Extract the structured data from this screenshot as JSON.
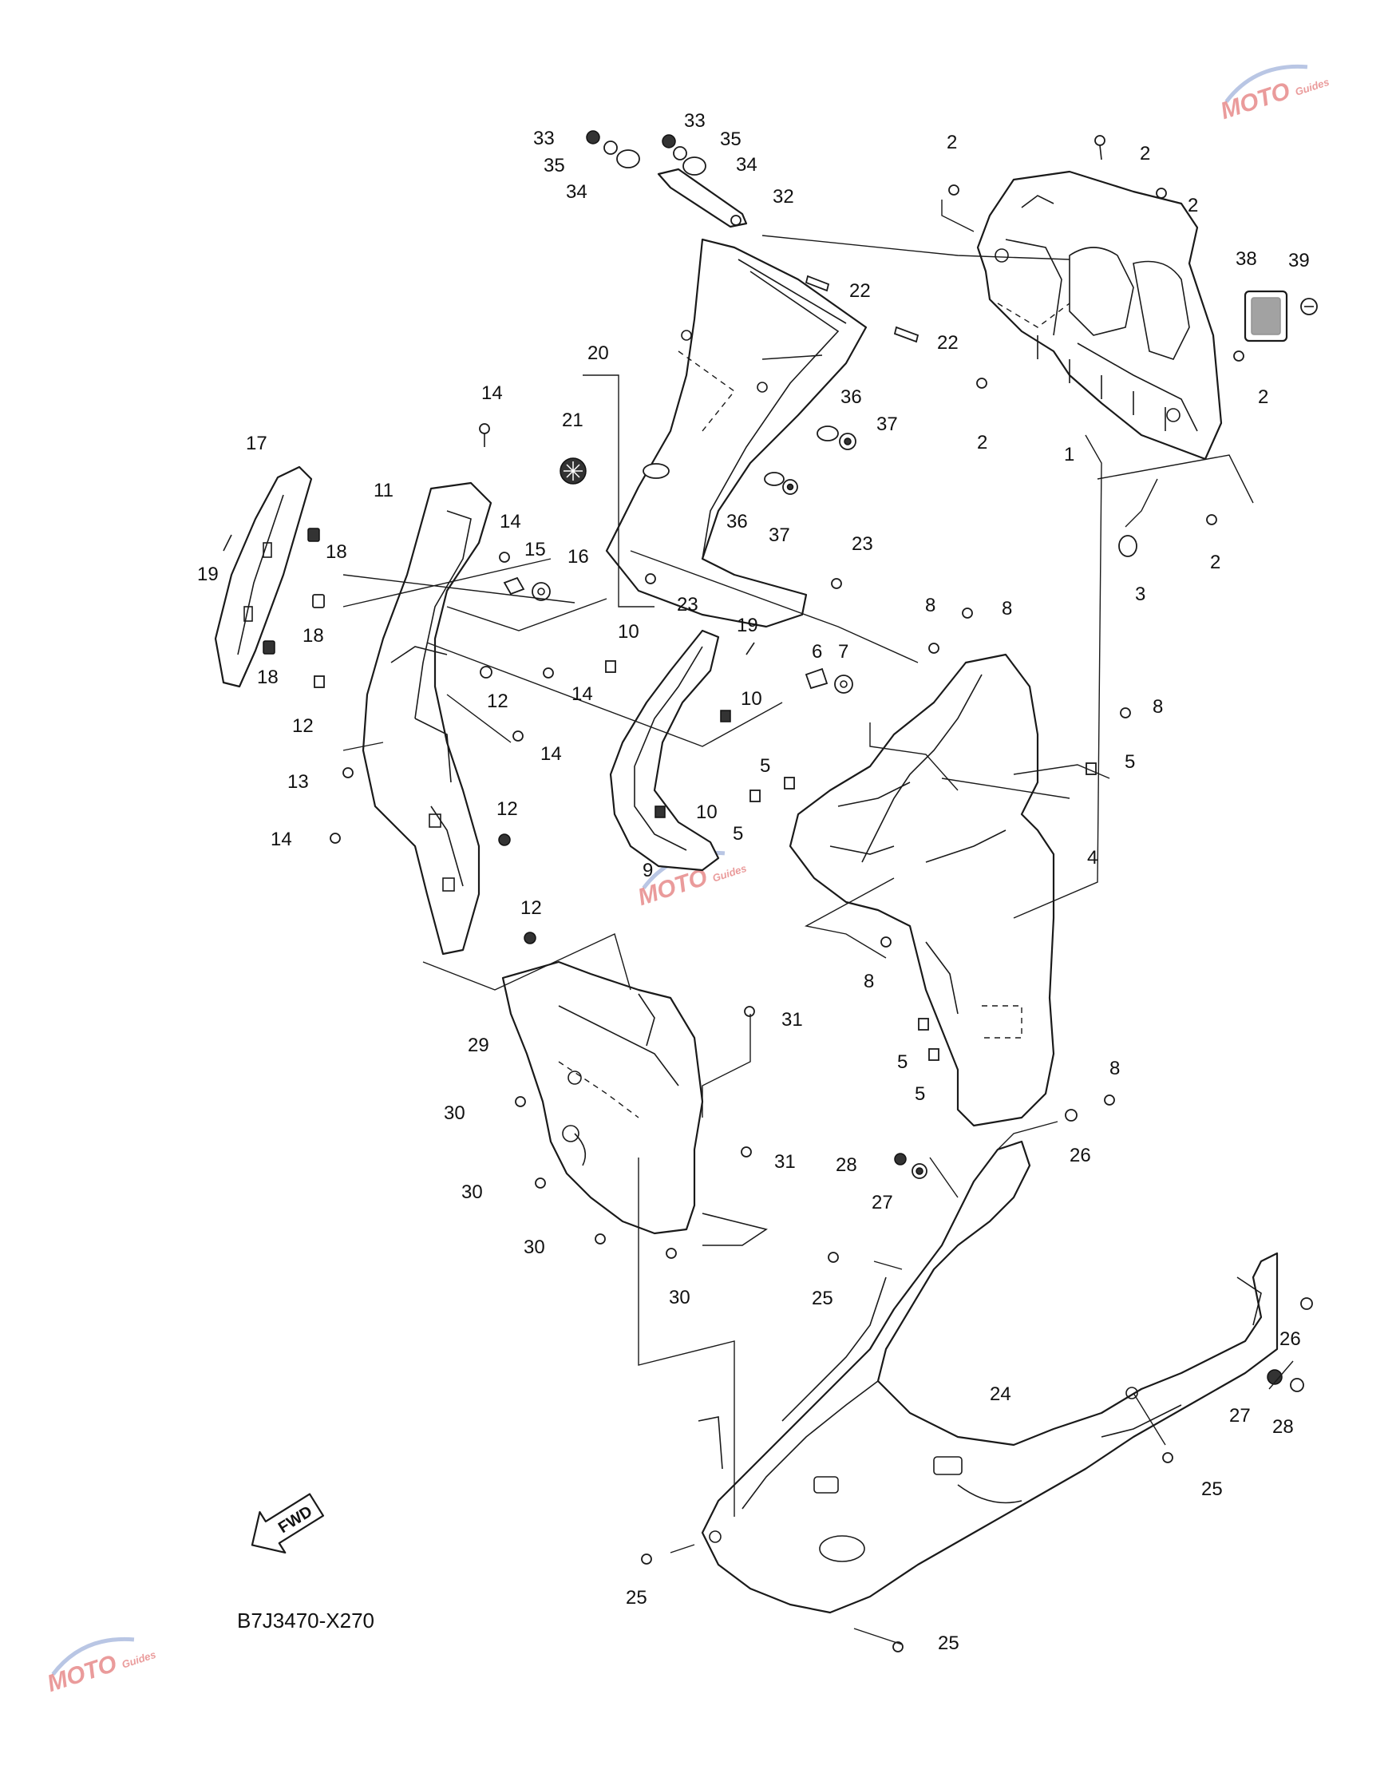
{
  "diagram": {
    "code": "B7J3470-X270",
    "fwd_label": "FWD",
    "watermark_text": "MOTO",
    "watermark_sub": "Guides",
    "callouts": [
      {
        "id": "c1",
        "text": "1"
      },
      {
        "id": "c2a",
        "text": "2"
      },
      {
        "id": "c2b",
        "text": "2"
      },
      {
        "id": "c2c",
        "text": "2"
      },
      {
        "id": "c2d",
        "text": "2"
      },
      {
        "id": "c2e",
        "text": "2"
      },
      {
        "id": "c2f",
        "text": "2"
      },
      {
        "id": "c3",
        "text": "3"
      },
      {
        "id": "c4",
        "text": "4"
      },
      {
        "id": "c5a",
        "text": "5"
      },
      {
        "id": "c5b",
        "text": "5"
      },
      {
        "id": "c5c",
        "text": "5"
      },
      {
        "id": "c5d",
        "text": "5"
      },
      {
        "id": "c5e",
        "text": "5"
      },
      {
        "id": "c6",
        "text": "6"
      },
      {
        "id": "c7",
        "text": "7"
      },
      {
        "id": "c8a",
        "text": "8"
      },
      {
        "id": "c8b",
        "text": "8"
      },
      {
        "id": "c8c",
        "text": "8"
      },
      {
        "id": "c8d",
        "text": "8"
      },
      {
        "id": "c8e",
        "text": "8"
      },
      {
        "id": "c9",
        "text": "9"
      },
      {
        "id": "c10a",
        "text": "10"
      },
      {
        "id": "c10b",
        "text": "10"
      },
      {
        "id": "c10c",
        "text": "10"
      },
      {
        "id": "c11",
        "text": "11"
      },
      {
        "id": "c12a",
        "text": "12"
      },
      {
        "id": "c12b",
        "text": "12"
      },
      {
        "id": "c12c",
        "text": "12"
      },
      {
        "id": "c12d",
        "text": "12"
      },
      {
        "id": "c13",
        "text": "13"
      },
      {
        "id": "c14a",
        "text": "14"
      },
      {
        "id": "c14b",
        "text": "14"
      },
      {
        "id": "c14c",
        "text": "14"
      },
      {
        "id": "c14d",
        "text": "14"
      },
      {
        "id": "c14e",
        "text": "14"
      },
      {
        "id": "c15",
        "text": "15"
      },
      {
        "id": "c16",
        "text": "16"
      },
      {
        "id": "c17",
        "text": "17"
      },
      {
        "id": "c18a",
        "text": "18"
      },
      {
        "id": "c18b",
        "text": "18"
      },
      {
        "id": "c18c",
        "text": "18"
      },
      {
        "id": "c19a",
        "text": "19"
      },
      {
        "id": "c19b",
        "text": "19"
      },
      {
        "id": "c20",
        "text": "20"
      },
      {
        "id": "c21",
        "text": "21"
      },
      {
        "id": "c22a",
        "text": "22"
      },
      {
        "id": "c22b",
        "text": "22"
      },
      {
        "id": "c23a",
        "text": "23"
      },
      {
        "id": "c23b",
        "text": "23"
      },
      {
        "id": "c24",
        "text": "24"
      },
      {
        "id": "c25a",
        "text": "25"
      },
      {
        "id": "c25b",
        "text": "25"
      },
      {
        "id": "c25c",
        "text": "25"
      },
      {
        "id": "c25d",
        "text": "25"
      },
      {
        "id": "c26a",
        "text": "26"
      },
      {
        "id": "c26b",
        "text": "26"
      },
      {
        "id": "c27a",
        "text": "27"
      },
      {
        "id": "c27b",
        "text": "27"
      },
      {
        "id": "c28a",
        "text": "28"
      },
      {
        "id": "c28b",
        "text": "28"
      },
      {
        "id": "c29",
        "text": "29"
      },
      {
        "id": "c30a",
        "text": "30"
      },
      {
        "id": "c30b",
        "text": "30"
      },
      {
        "id": "c30c",
        "text": "30"
      },
      {
        "id": "c30d",
        "text": "30"
      },
      {
        "id": "c31a",
        "text": "31"
      },
      {
        "id": "c31b",
        "text": "31"
      },
      {
        "id": "c32",
        "text": "32"
      },
      {
        "id": "c33a",
        "text": "33"
      },
      {
        "id": "c33b",
        "text": "33"
      },
      {
        "id": "c34a",
        "text": "34"
      },
      {
        "id": "c34b",
        "text": "34"
      },
      {
        "id": "c35a",
        "text": "35"
      },
      {
        "id": "c35b",
        "text": "35"
      },
      {
        "id": "c36a",
        "text": "36"
      },
      {
        "id": "c36b",
        "text": "36"
      },
      {
        "id": "c37a",
        "text": "37"
      },
      {
        "id": "c37b",
        "text": "37"
      },
      {
        "id": "c38",
        "text": "38"
      },
      {
        "id": "c39",
        "text": "39"
      }
    ]
  }
}
